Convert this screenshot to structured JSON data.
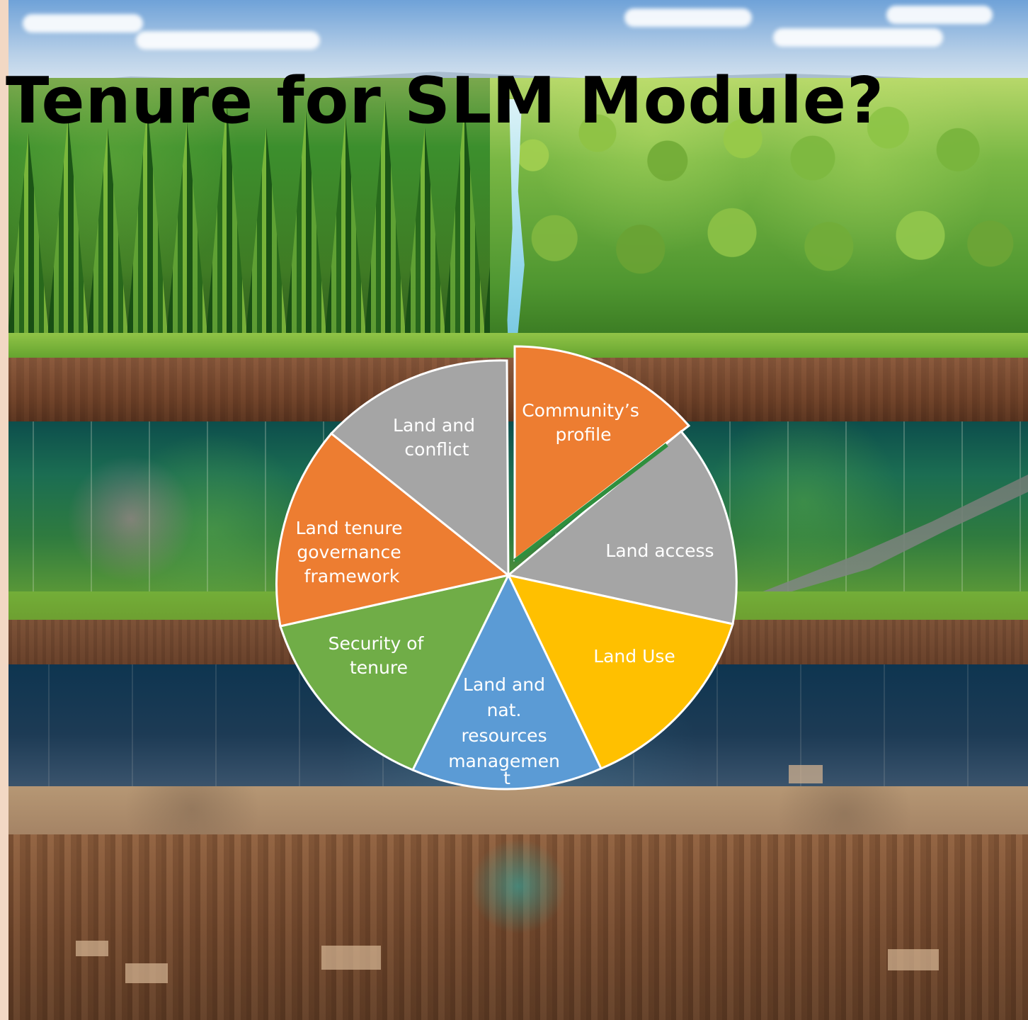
{
  "title": "Tenure for SLM Module?",
  "diagram": {
    "segments": [
      {
        "label_lines": [
          "Community’s",
          "profile"
        ],
        "color": "#ED7D31"
      },
      {
        "label_lines": [
          "Land access"
        ],
        "color": "#A5A5A5"
      },
      {
        "label_lines": [
          "Land Use"
        ],
        "color": "#FFC000"
      },
      {
        "label_lines": [
          "Land and",
          "nat.",
          "resources",
          "managemen",
          "t"
        ],
        "color": "#5B9BD5"
      },
      {
        "label_lines": [
          "Security of",
          "tenure"
        ],
        "color": "#70AD47"
      },
      {
        "label_lines": [
          "Land tenure",
          "governance",
          "framework"
        ],
        "color": "#ED7D31"
      },
      {
        "label_lines": [
          "Land and",
          "conflict"
        ],
        "color": "#A5A5A5"
      }
    ]
  }
}
